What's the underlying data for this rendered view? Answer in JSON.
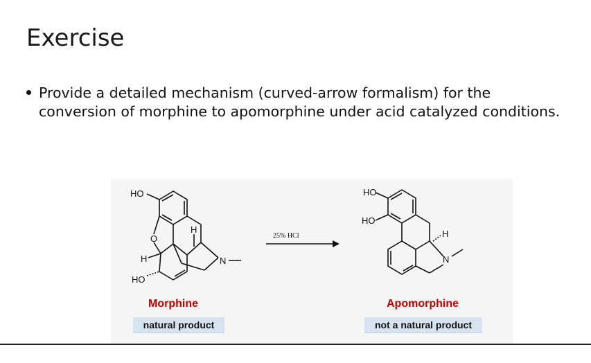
{
  "slide": {
    "title": "Exercise",
    "bullet": "Provide a detailed mechanism (curved-arrow formalism) for the conversion of morphine to apomorphine under acid catalyzed conditions."
  },
  "figure": {
    "reagent": "25% HCl",
    "morphine": {
      "name": "Morphine",
      "tag": "natural product",
      "atoms": {
        "ho_top": "HO",
        "o_ring": "O",
        "h_left": "H",
        "ho_bottom": "HO",
        "h_bridge": "H",
        "n": "N"
      }
    },
    "apomorphine": {
      "name": "Apomorphine",
      "tag": "not a natural product",
      "atoms": {
        "ho_top": "HO",
        "ho_mid": "HO",
        "h": "H",
        "n": "N"
      }
    }
  },
  "colors": {
    "name_red": "#c00000",
    "tag_bg": "#d6e4f2"
  }
}
